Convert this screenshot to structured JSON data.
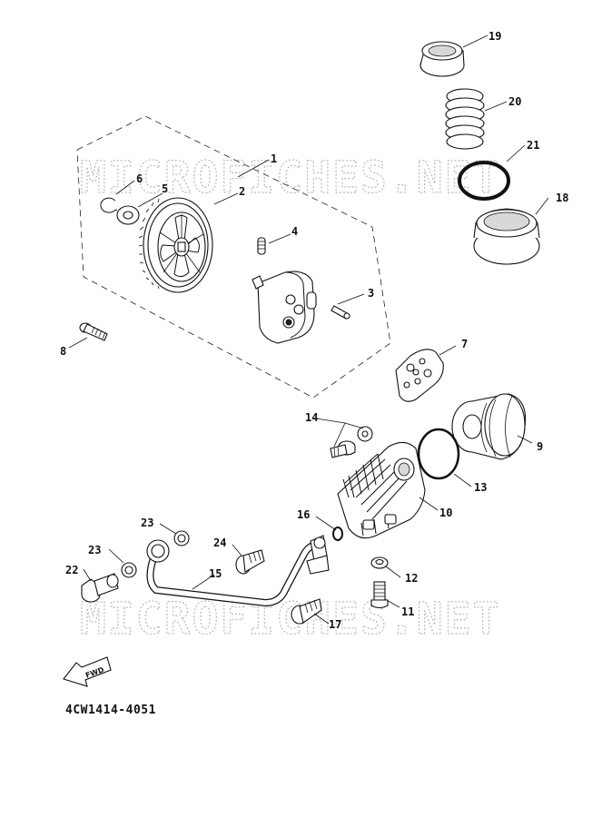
{
  "diagram": {
    "watermarks": [
      "MICROFICHES.NET",
      "MICROFICHES.NET"
    ],
    "catalog_code": "4CW1414-4051",
    "fwd_label": "FWD",
    "callouts": [
      {
        "id": "c1",
        "label": "1"
      },
      {
        "id": "c2",
        "label": "2"
      },
      {
        "id": "c3",
        "label": "3"
      },
      {
        "id": "c4",
        "label": "4"
      },
      {
        "id": "c5",
        "label": "5"
      },
      {
        "id": "c6",
        "label": "6"
      },
      {
        "id": "c7",
        "label": "7"
      },
      {
        "id": "c8",
        "label": "8"
      },
      {
        "id": "c9",
        "label": "9"
      },
      {
        "id": "c10",
        "label": "10"
      },
      {
        "id": "c11",
        "label": "11"
      },
      {
        "id": "c12",
        "label": "12"
      },
      {
        "id": "c13",
        "label": "13"
      },
      {
        "id": "c14",
        "label": "14"
      },
      {
        "id": "c15",
        "label": "15"
      },
      {
        "id": "c16",
        "label": "16"
      },
      {
        "id": "c17",
        "label": "17"
      },
      {
        "id": "c18",
        "label": "18"
      },
      {
        "id": "c19",
        "label": "19"
      },
      {
        "id": "c20",
        "label": "20"
      },
      {
        "id": "c21",
        "label": "21"
      },
      {
        "id": "c22",
        "label": "22"
      },
      {
        "id": "c23a",
        "label": "23"
      },
      {
        "id": "c23b",
        "label": "23"
      },
      {
        "id": "c24",
        "label": "24"
      }
    ]
  }
}
